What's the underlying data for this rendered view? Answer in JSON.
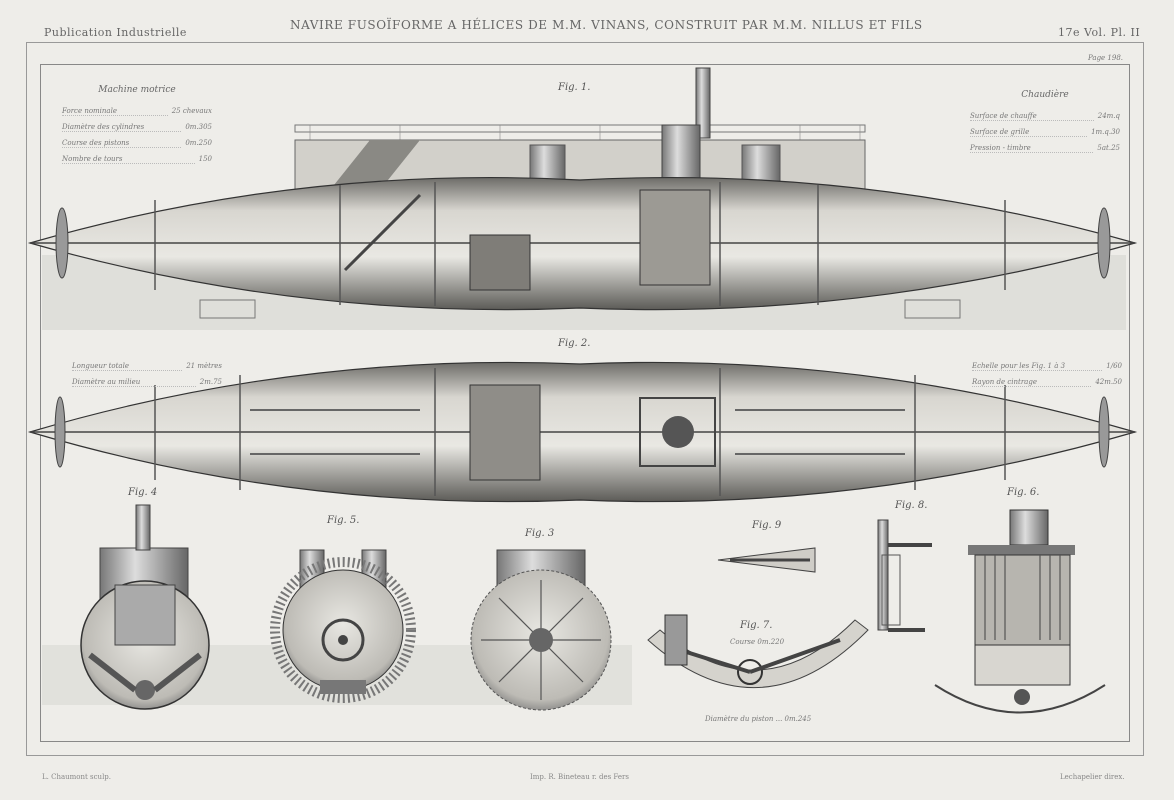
{
  "header": {
    "publication": "Publication Industrielle",
    "title": "NAVIRE FUSOÏFORME A HÉLICES DE M.M. VINANS, CONSTRUIT PAR M.M. NILLUS ET FILS",
    "volume": "17e Vol. Pl. II",
    "page": "Page 198."
  },
  "machine_motrice": {
    "heading": "Machine motrice",
    "rows": [
      {
        "label": "Force nominale",
        "value": "25 chevaux"
      },
      {
        "label": "Diamètre des cylindres",
        "value": "0m.305"
      },
      {
        "label": "Course des pistons",
        "value": "0m.250"
      },
      {
        "label": "Nombre de tours",
        "value": "150"
      }
    ]
  },
  "chaudiere": {
    "heading": "Chaudière",
    "rows": [
      {
        "label": "Surface de chauffe",
        "value": "24m.q"
      },
      {
        "label": "Surface de grille",
        "value": "1m.q.30"
      },
      {
        "label": "Pression - timbre",
        "value": "5at.25"
      }
    ]
  },
  "dimensions": {
    "rows": [
      {
        "label": "Longueur totale",
        "value": "21 mètres"
      },
      {
        "label": "Diamètre au milieu",
        "value": "2m.75"
      }
    ]
  },
  "scale": {
    "rows": [
      {
        "label": "Echelle pour les Fig. 1 à 3",
        "value": "1/60"
      },
      {
        "label": "Rayon de cintrage",
        "value": "42m.50"
      }
    ]
  },
  "figures": {
    "fig1": "Fig. 1.",
    "fig2": "Fig. 2.",
    "fig3": "Fig. 3",
    "fig4": "Fig. 4",
    "fig5": "Fig. 5.",
    "fig6": "Fig. 6.",
    "fig7": "Fig. 7.",
    "fig8": "Fig. 8.",
    "fig9": "Fig. 9"
  },
  "annotations": {
    "fig7_course": "Course 0m.220",
    "fig7_piston": "Diamètre du piston ... 0m.245"
  },
  "footer": {
    "engraver": "L. Chaumont sculp.",
    "printer": "Imp. R. Bineteau r. des Fers",
    "director": "Lechapelier direx."
  }
}
